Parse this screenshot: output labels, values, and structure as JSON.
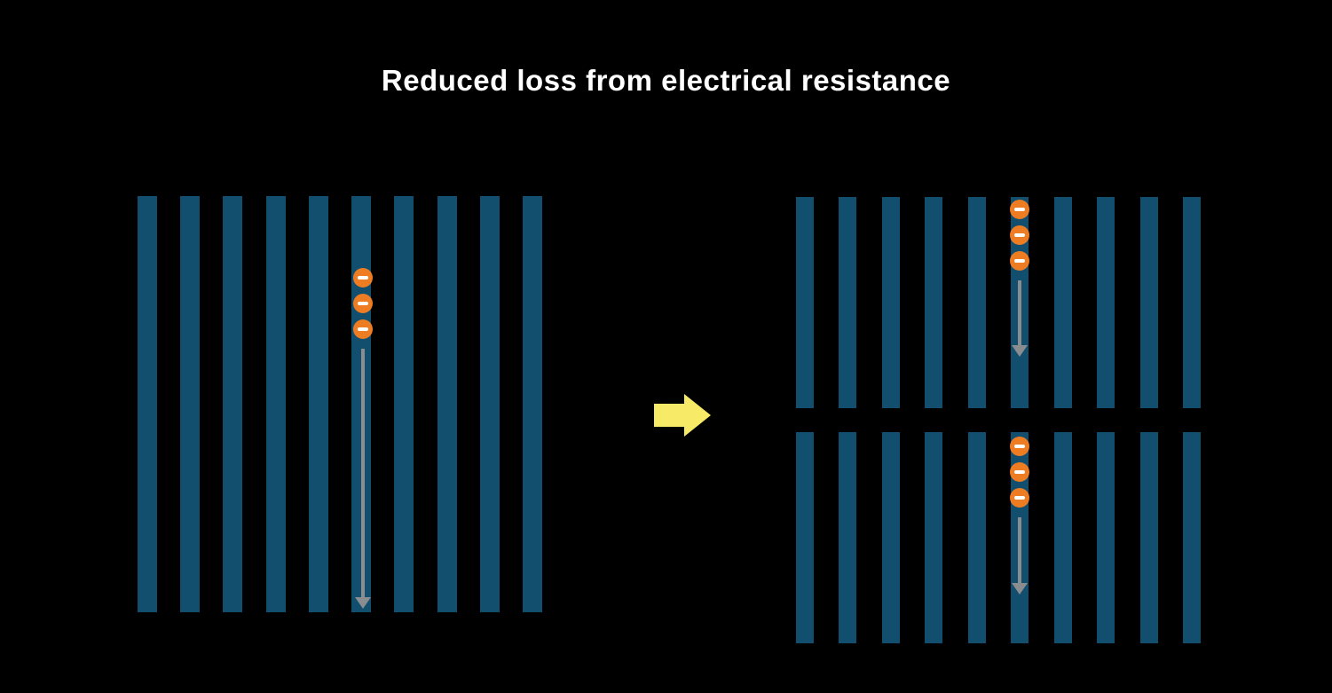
{
  "title": "Reduced loss from electrical resistance",
  "colors": {
    "background": "#000000",
    "title_text": "#ffffff",
    "cell_bar": "#124e6e",
    "electron_fill": "#ed7c23",
    "electron_minus": "#ffffff",
    "flow_arrow": "#8a8d8f",
    "transition_arrow": "#f7ea67"
  },
  "panels": {
    "full_cell": {
      "label": "full-cell",
      "bar_count": 10,
      "electron_count": 3
    },
    "half_cell_top": {
      "label": "half-cell-top",
      "bar_count": 10,
      "electron_count": 3
    },
    "half_cell_bottom": {
      "label": "half-cell-bottom",
      "bar_count": 10,
      "electron_count": 3
    }
  },
  "icons": {
    "electron": "minus-icon",
    "flow": "down-arrow-icon",
    "transition": "right-arrow-icon"
  }
}
